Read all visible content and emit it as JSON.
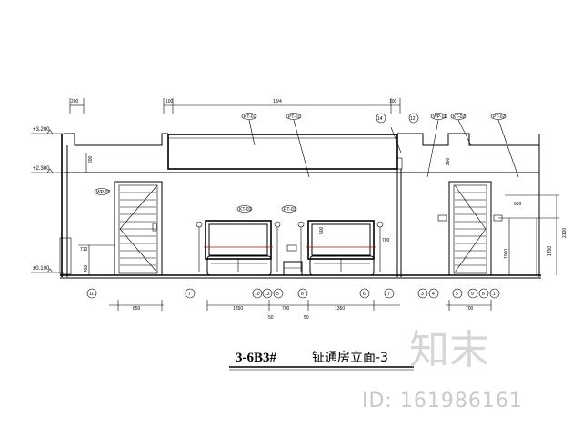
{
  "title": {
    "code": "3-6B3#",
    "name": "钲通房立面-3"
  },
  "watermark": {
    "logo_text": "知末",
    "id_text": "ID: 161986161"
  },
  "levels": [
    {
      "id": "lvl-top",
      "text": "+3.200"
    },
    {
      "id": "lvl-mid",
      "text": "+2.300"
    },
    {
      "id": "lvl-floor",
      "text": "±0.100"
    }
  ],
  "top_dims": [
    {
      "id": "td1",
      "text": "200"
    },
    {
      "id": "td2",
      "text": "100"
    },
    {
      "id": "td3",
      "text": "13/4"
    },
    {
      "id": "td4",
      "text": "100"
    }
  ],
  "axis_markers": [
    {
      "id": "ax-11",
      "text": "11"
    },
    {
      "id": "ax-7a",
      "text": "7"
    },
    {
      "id": "ax-10",
      "text": "10"
    },
    {
      "id": "ax-13",
      "text": "13"
    },
    {
      "id": "ax-5a",
      "text": "5"
    },
    {
      "id": "ax-8",
      "text": "8"
    },
    {
      "id": "ax-6",
      "text": "6"
    },
    {
      "id": "ax-7b",
      "text": "7"
    },
    {
      "id": "ax-3",
      "text": "3"
    },
    {
      "id": "ax-4",
      "text": "4"
    },
    {
      "id": "ax-5b",
      "text": "5"
    },
    {
      "id": "ax-9",
      "text": "9"
    },
    {
      "id": "ax-8b",
      "text": "8"
    },
    {
      "id": "ax-1",
      "text": "1"
    },
    {
      "id": "ax-14",
      "text": "14"
    },
    {
      "id": "ax-12",
      "text": "12"
    }
  ],
  "bottom_dims": [
    {
      "id": "bd1",
      "text": "850"
    },
    {
      "id": "bd2",
      "text": "1350"
    },
    {
      "id": "bd3",
      "text": "700"
    },
    {
      "id": "bd4",
      "text": "1350"
    },
    {
      "id": "bd5",
      "text": "700"
    },
    {
      "id": "bd6",
      "text": "50"
    },
    {
      "id": "bd7",
      "text": "50"
    }
  ],
  "side_dims": [
    {
      "id": "sd1",
      "text": "2100"
    },
    {
      "id": "sd2",
      "text": "1350"
    },
    {
      "id": "sd3",
      "text": "1000"
    },
    {
      "id": "sd4",
      "text": "850"
    },
    {
      "id": "sd5",
      "text": "700"
    },
    {
      "id": "sd6",
      "text": "710"
    },
    {
      "id": "sd7",
      "text": "450"
    },
    {
      "id": "sd8",
      "text": "500"
    },
    {
      "id": "sd9",
      "text": "200"
    },
    {
      "id": "sd10",
      "text": "200"
    }
  ],
  "callouts": [
    {
      "id": "c1",
      "text": "KT-01"
    },
    {
      "id": "c2",
      "text": "PT-01"
    },
    {
      "id": "c3",
      "text": "WP-01"
    },
    {
      "id": "c4",
      "text": "KT-02"
    },
    {
      "id": "c5",
      "text": "PT-02"
    },
    {
      "id": "c6",
      "text": "WP-02"
    },
    {
      "id": "c7",
      "text": "KT-03"
    },
    {
      "id": "c8",
      "text": "PT-03"
    }
  ]
}
